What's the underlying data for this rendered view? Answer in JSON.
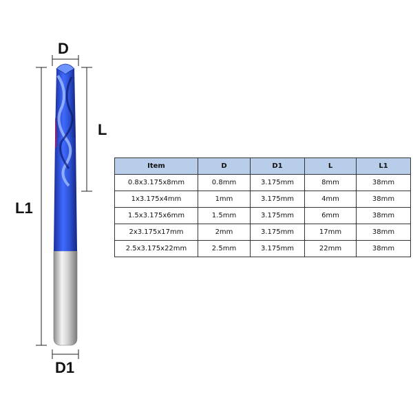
{
  "dimensions": {
    "d_label": "D",
    "l_label": "L",
    "l1_label": "L1",
    "d1_label": "D1"
  },
  "table": {
    "headers": [
      "Item",
      "D",
      "D1",
      "L",
      "L1"
    ],
    "rows": [
      [
        "0.8x3.175x8mm",
        "0.8mm",
        "3.175mm",
        "8mm",
        "38mm"
      ],
      [
        "1x3.175x4mm",
        "1mm",
        "3.175mm",
        "4mm",
        "38mm"
      ],
      [
        "1.5x3.175x6mm",
        "1.5mm",
        "3.175mm",
        "6mm",
        "38mm"
      ],
      [
        "2x3.175x17mm",
        "2mm",
        "3.175mm",
        "17mm",
        "38mm"
      ],
      [
        "2.5x3.175x22mm",
        "2.5mm",
        "3.175mm",
        "22mm",
        "38mm"
      ]
    ]
  },
  "colors": {
    "header_fill": "#b7cdea",
    "coating_blue": "#2b4fd0",
    "shank_silver": "#c9c9c9"
  }
}
